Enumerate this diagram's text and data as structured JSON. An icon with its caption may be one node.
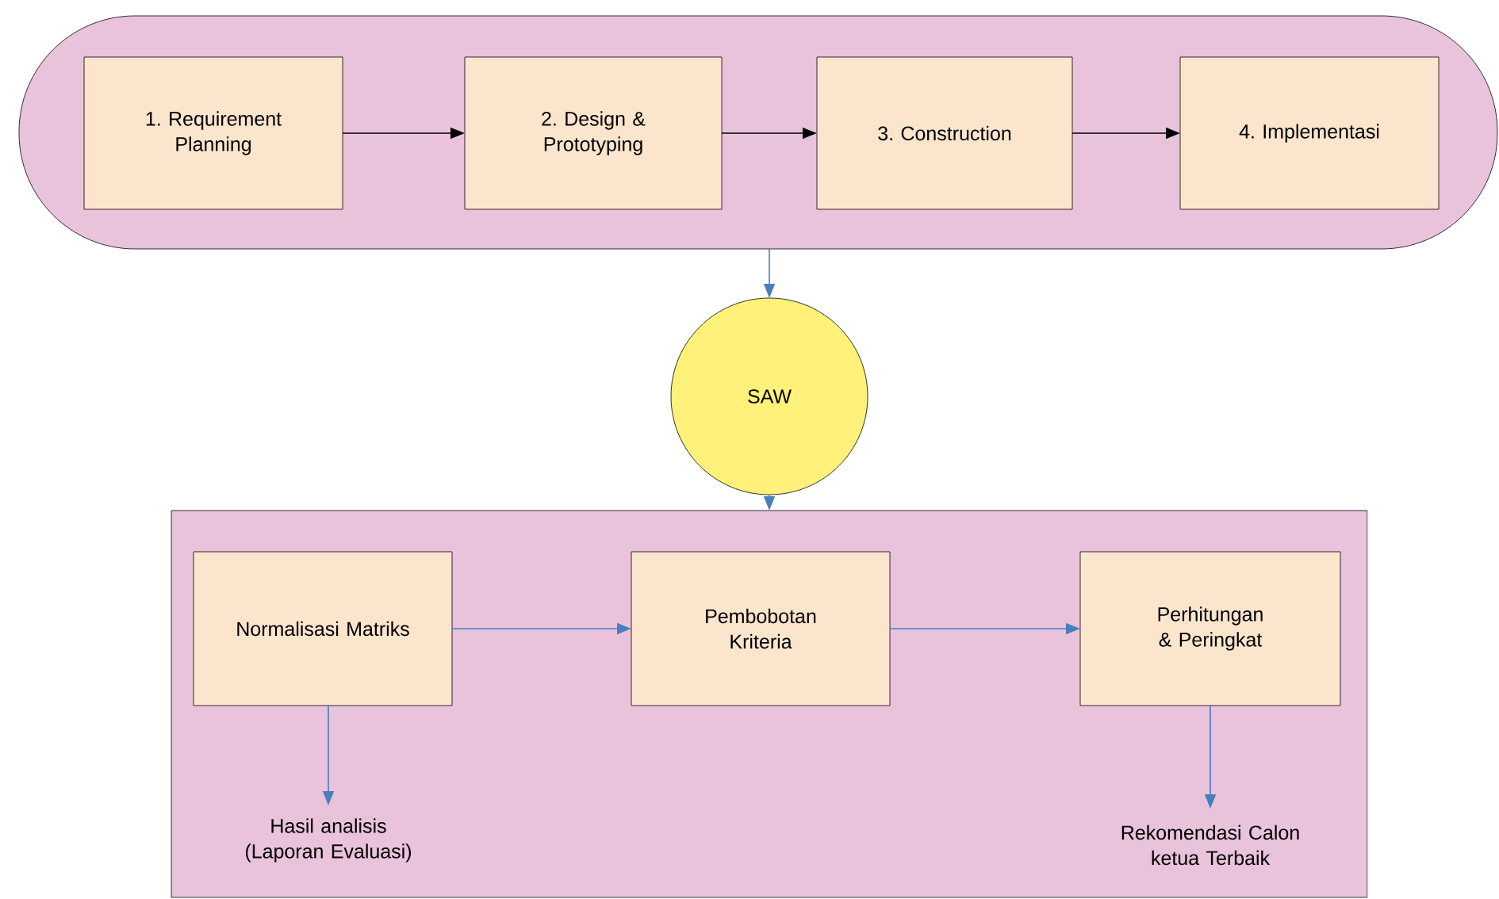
{
  "diagram": {
    "nodes": [
      {
        "text": [],
        "shape": "box"
      },
      {
        "text": [
          "1. Requirement Planning"
        ],
        "in": 0
      },
      {
        "text": [
          "2. Design & Prototyping"
        ],
        "in": 0
      },
      {
        "text": [
          "3. Construction"
        ],
        "in": 0
      },
      {
        "text": [
          "4. Implementasi"
        ],
        "in": 0
      },
      {
        "text": [
          "SAW"
        ]
      },
      {
        "text": [],
        "shape": "box"
      },
      {
        "text": [
          "Normalisasi Matriks"
        ],
        "in": 6
      },
      {
        "text": [
          "Pembobotan Kriteria"
        ],
        "in": 6
      },
      {
        "text": [
          "Perhitungan & Peringkat"
        ],
        "in": 6
      },
      {
        "text": [
          "Hasil analisis (Laporan Evaluasi)"
        ],
        "in": 6
      },
      {
        "text": [
          "Rekomendasi Calon ketua Terbaik"
        ],
        "in": 6
      }
    ],
    "edges": [
      {
        "from": 1,
        "to": 2,
        "arrow": "to",
        "color": "#000000"
      },
      {
        "from": 2,
        "to": 3,
        "arrow": "to",
        "color": "#000000"
      },
      {
        "from": 3,
        "to": 4,
        "arrow": "to",
        "color": "#000000"
      },
      {
        "from": 0,
        "to": 5,
        "arrow": "to"
      },
      {
        "from": 5,
        "to": 6,
        "arrow": "to"
      },
      {
        "from": 7,
        "to": 8,
        "arrow": "to"
      },
      {
        "from": 8,
        "to": 9,
        "arrow": "to"
      },
      {
        "from": 7,
        "to": 10,
        "arrow": "to"
      },
      {
        "from": 9,
        "to": 11,
        "arrow": "to"
      }
    ]
  }
}
